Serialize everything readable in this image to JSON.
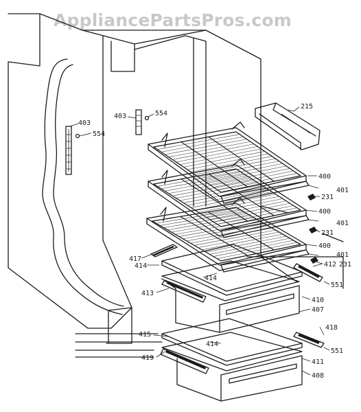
{
  "watermark": "AppliancePartsPros.com",
  "callouts": {
    "c403_left": "403",
    "c554_left": "554",
    "c403_mid": "403",
    "c554_mid": "554",
    "c215": "215",
    "c400_a": "400",
    "c401_a": "401",
    "c231_a": "231",
    "c400_b": "400",
    "c401_b": "401",
    "c231_b": "231",
    "c400_c": "400",
    "c401_c": "401",
    "c417": "417",
    "c412": "412",
    "c231_c": "231",
    "c414_a": "414",
    "c414_b": "414",
    "c551_a": "551",
    "c413": "413",
    "c410": "410",
    "c407": "407",
    "c418": "418",
    "c415": "415",
    "c551_b": "551",
    "c414_c": "414",
    "c419": "419",
    "c411": "411",
    "c408": "408"
  }
}
